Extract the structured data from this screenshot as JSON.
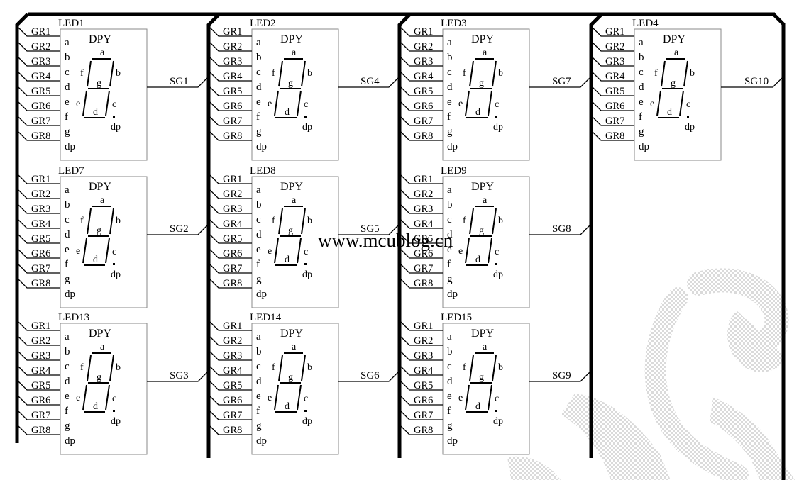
{
  "diagram": {
    "modules": [
      {
        "name": "LED1",
        "seg": "SG1"
      },
      {
        "name": "LED2",
        "seg": "SG4"
      },
      {
        "name": "LED3",
        "seg": "SG7"
      },
      {
        "name": "LED4",
        "seg": "SG10"
      },
      {
        "name": "LED7",
        "seg": "SG2"
      },
      {
        "name": "LED8",
        "seg": "SG5"
      },
      {
        "name": "LED9",
        "seg": "SG8"
      },
      {
        "name": "LED13",
        "seg": "SG3"
      },
      {
        "name": "LED14",
        "seg": "SG6"
      },
      {
        "name": "LED15",
        "seg": "SG9"
      }
    ],
    "grid_labels": [
      "GR1",
      "GR2",
      "GR3",
      "GR4",
      "GR5",
      "GR6",
      "GR7",
      "GR8"
    ],
    "pin_labels": [
      "a",
      "b",
      "c",
      "d",
      "e",
      "f",
      "g",
      "dp"
    ],
    "display_title": "DPY",
    "segment_labels": {
      "a": "a",
      "b": "b",
      "c": "c",
      "d": "d",
      "e": "e",
      "f": "f",
      "g": "g",
      "dp": "dp"
    },
    "watermark": "www.mcublog.cn",
    "colors": {
      "line": "#000000",
      "box": "#8a8a8a",
      "watermark_pattern": "#cfcfcf"
    }
  }
}
